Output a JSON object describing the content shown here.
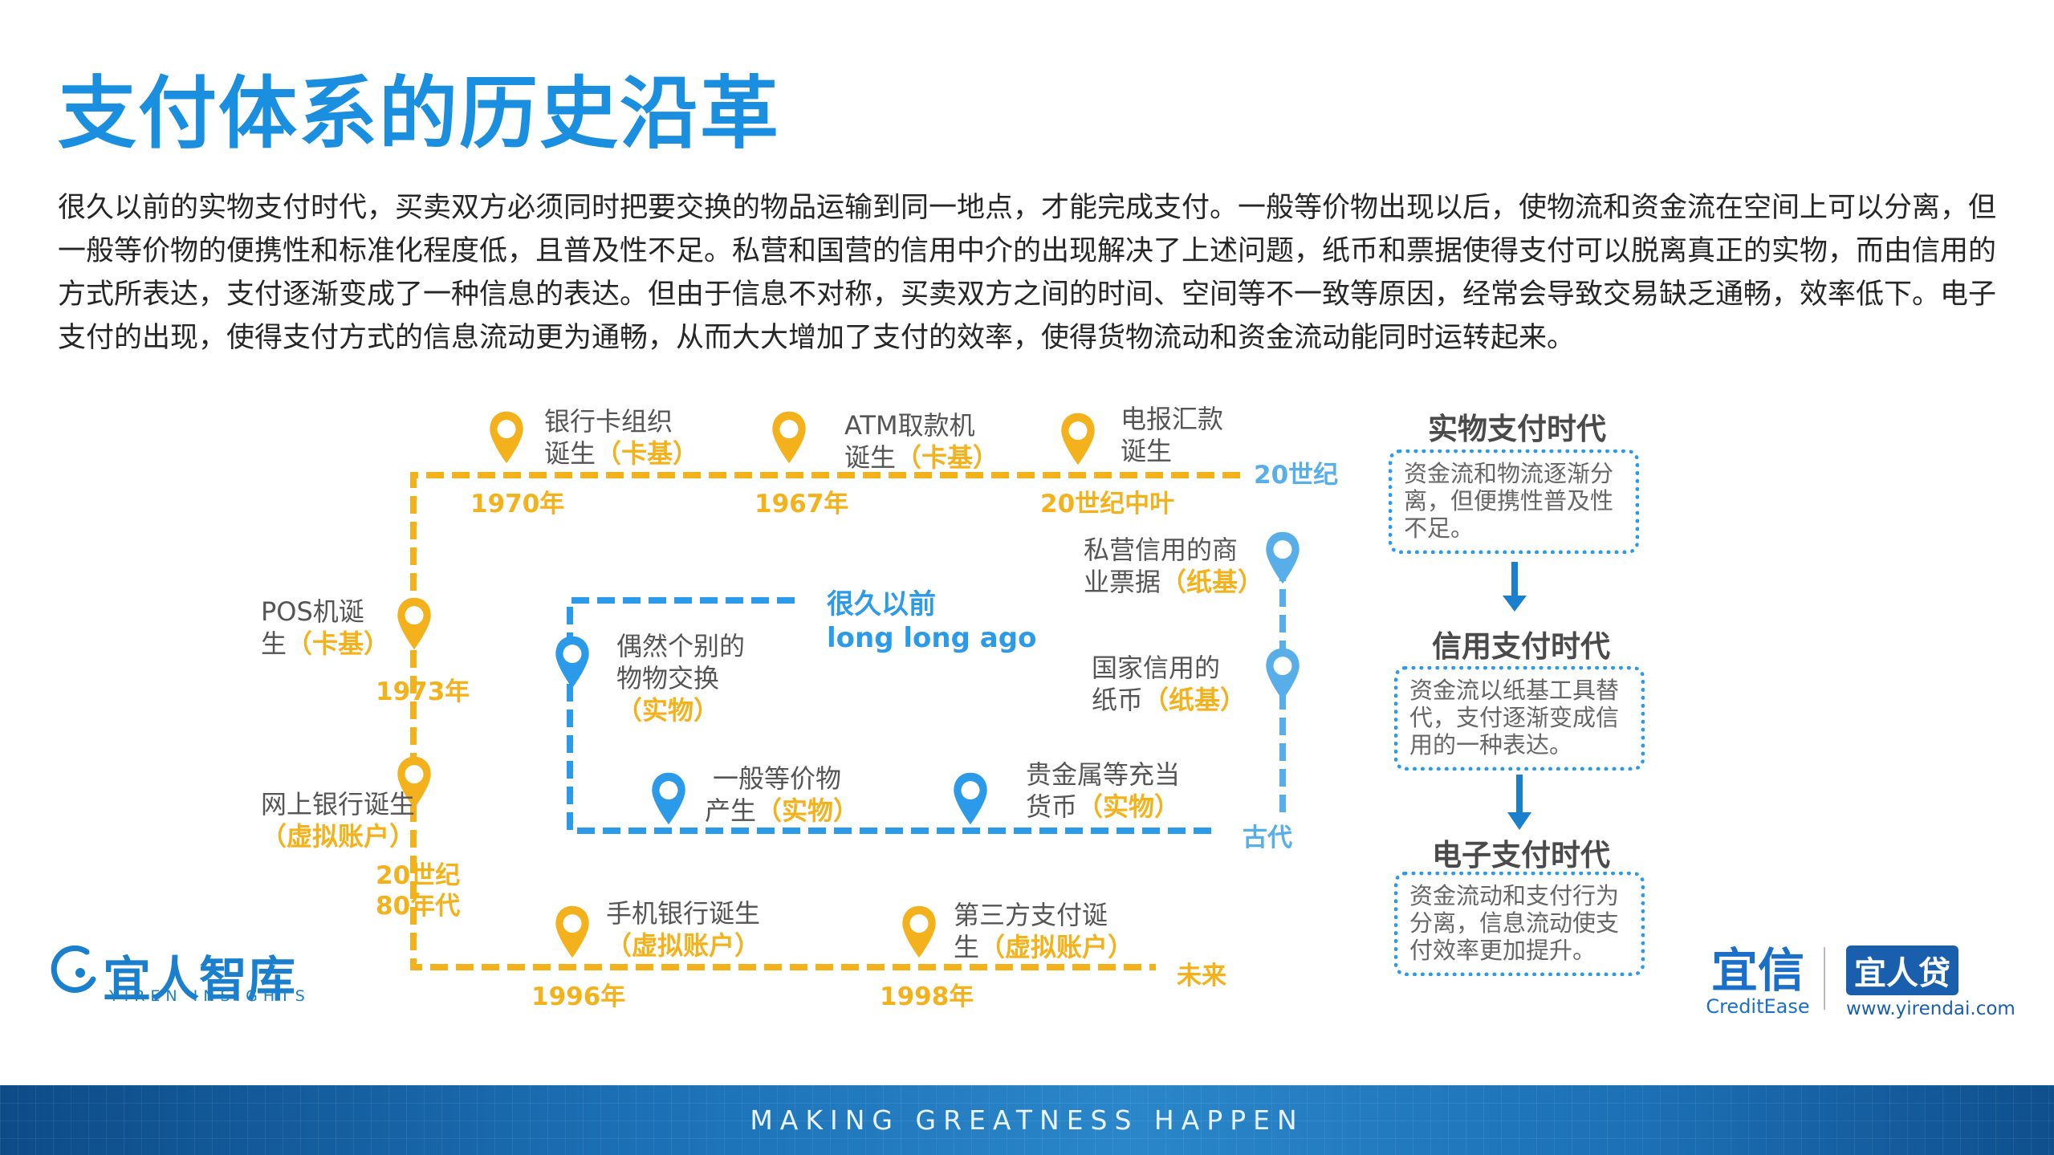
{
  "title": "支付体系的历史沿革",
  "intro": "很久以前的实物支付时代，买卖双方必须同时把要交换的物品运输到同一地点，才能完成支付。一般等价物出现以后，使物流和资金流在空间上可以分离，但一般等价物的便携性和标准化程度低，且普及性不足。私营和国营的信用中介的出现解决了上述问题，纸币和票据使得支付可以脱离真正的实物，而由信用的方式所表达，支付逐渐变成了一种信息的表达。但由于信息不对称，买卖双方之间的时间、空间等不一致等原因，经常会导致交易缺乏通畅，效率低下。电子支付的出现，使得支付方式的信息流动更为通畅，从而大大增加了支付的效率，使得货物流动和资金流动能同时运转起来。",
  "colors": {
    "title": "#1a8fe0",
    "yellow_line": "#f3b21b",
    "blue_line": "#2b9ae8",
    "light_blue_line": "#58aee8"
  },
  "timeline": {
    "inner_start": {
      "line1": "很久以前",
      "line2": "long long ago"
    },
    "inner_end": "古代",
    "outer_top_right": "20世纪",
    "outer_end": "未来",
    "blue_events": [
      {
        "text": "偶然个别的",
        "text2": "物物交换",
        "tag": "（实物）"
      },
      {
        "text": "一般等价物",
        "text2": "产生",
        "tag": "（实物）"
      },
      {
        "text": "贵金属等充当",
        "text2": "货币",
        "tag": "（实物）"
      }
    ],
    "light_blue_events": [
      {
        "text": "国家信用的",
        "text2": "纸币",
        "tag": "（纸基）"
      },
      {
        "text": "私营信用的商",
        "text2": "业票据",
        "tag": "（纸基）"
      }
    ],
    "yellow_events": [
      {
        "text": "电报汇款",
        "text2": "诞生",
        "tag": "",
        "year": "20世纪中叶"
      },
      {
        "text": "ATM取款机",
        "text2": "诞生",
        "tag": "（卡基）",
        "year": "1967年"
      },
      {
        "text": "银行卡组织",
        "text2": "诞生",
        "tag": "（卡基）",
        "year": "1970年"
      },
      {
        "text": "POS机诞",
        "text2": "生",
        "tag": "（卡基）",
        "year": "1973年"
      },
      {
        "text": "网上银行诞生",
        "text2": "",
        "tag": "（虚拟账户）",
        "year": "20世纪",
        "year2": "80年代"
      },
      {
        "text": "手机银行诞生",
        "text2": "",
        "tag": "（虚拟账户）",
        "year": "1996年"
      },
      {
        "text": "第三方支付诞",
        "text2": "生",
        "tag": "（虚拟账户）",
        "year": "1998年"
      }
    ]
  },
  "eras": [
    {
      "title": "实物支付时代",
      "desc": "资金流和物流逐渐分离，但便携性普及性不足。"
    },
    {
      "title": "信用支付时代",
      "desc": "资金流以纸基工具替代，支付逐渐变成信用的一种表达。"
    },
    {
      "title": "电子支付时代",
      "desc": "资金流动和支付行为分离，信息流动使支付效率更加提升。"
    }
  ],
  "logos": {
    "yiren_cn": "宜人智库",
    "yiren_en": "YIREN INSIGHTS",
    "creditease_cn": "宜信",
    "creditease_en": "CreditEase",
    "yirendai_cn": "宜人贷",
    "yirendai_url": "www.yirendai.com"
  },
  "footer": {
    "slogan": "MAKING GREATNESS HAPPEN"
  }
}
